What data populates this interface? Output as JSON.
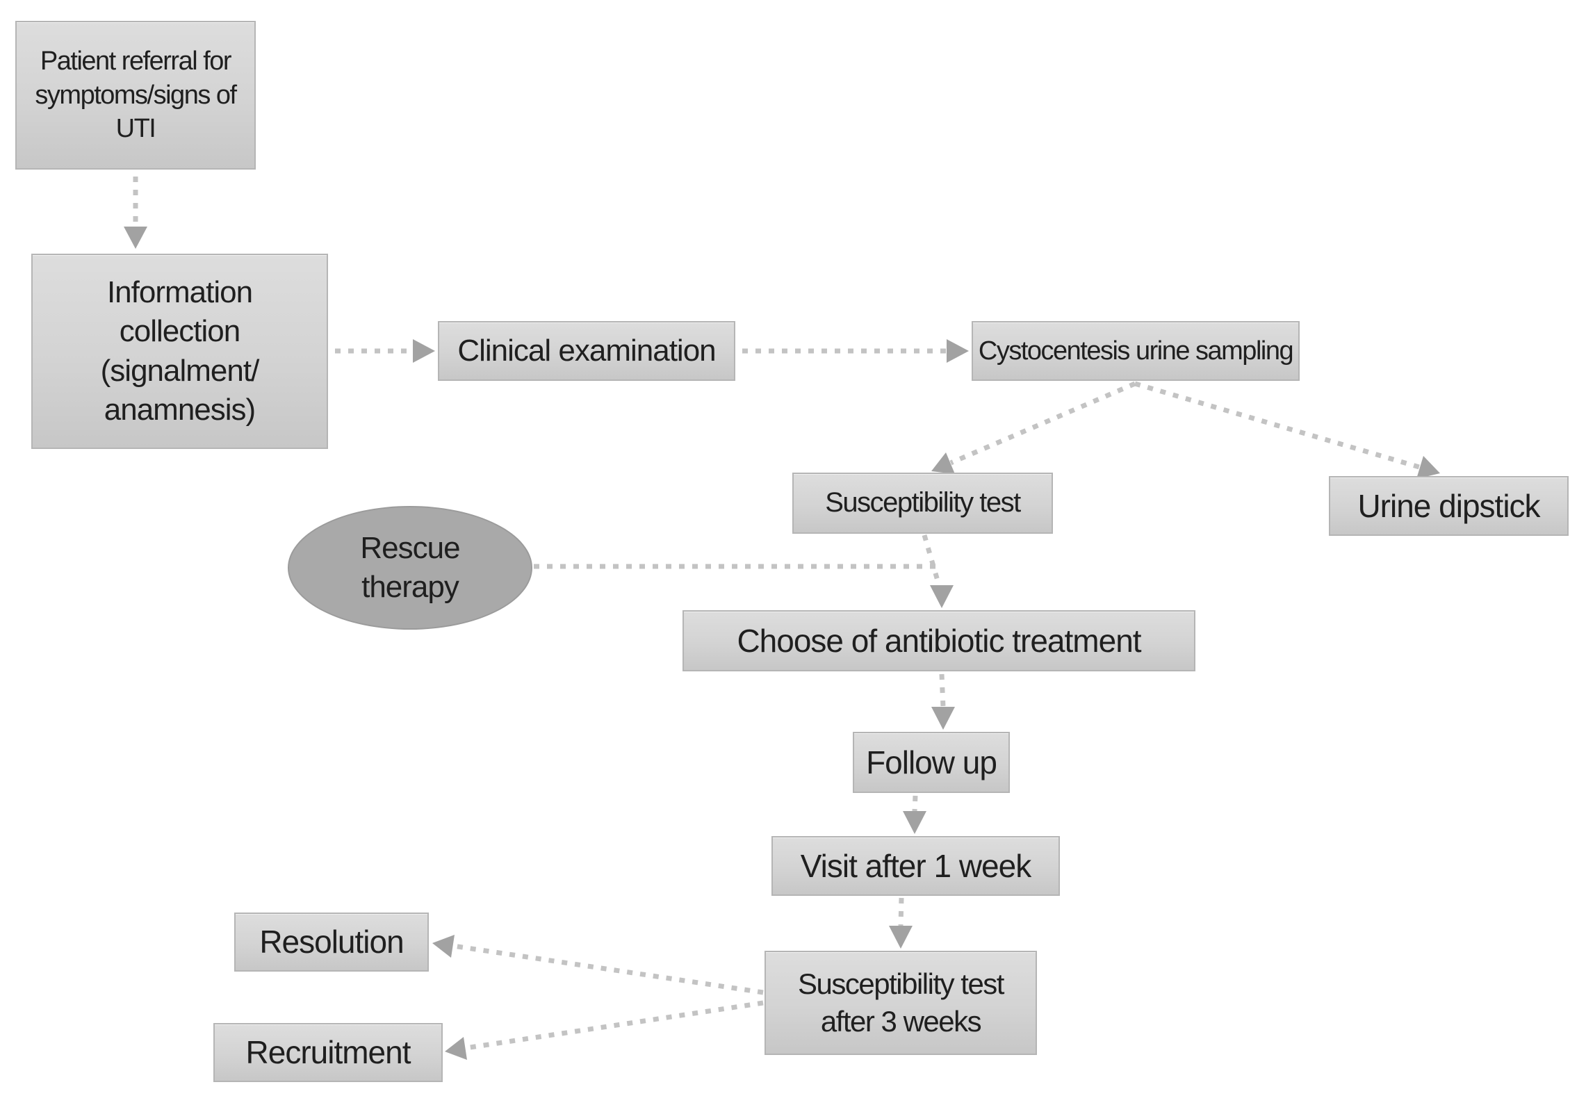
{
  "nodes": {
    "patient_referral": {
      "label": "Patient referral for\nsymptoms/signs of\nUTI",
      "shape": "rect"
    },
    "information_collection": {
      "label": "Information\ncollection\n(signalment/\nanamnesis)",
      "shape": "rect"
    },
    "clinical_examination": {
      "label": "Clinical examination",
      "shape": "rect"
    },
    "cystocentesis_sampling": {
      "label": "Cystocentesis urine sampling",
      "shape": "rect"
    },
    "susceptibility_test": {
      "label": "Susceptibility test",
      "shape": "rect"
    },
    "urine_dipstick": {
      "label": "Urine dipstick",
      "shape": "rect"
    },
    "rescue_therapy": {
      "label": "Rescue\ntherapy",
      "shape": "ellipse"
    },
    "choose_antibiotic_treatment": {
      "label": "Choose of antibiotic treatment",
      "shape": "rect"
    },
    "follow_up": {
      "label": "Follow up",
      "shape": "rect"
    },
    "visit_after_1_week": {
      "label": "Visit after 1 week",
      "shape": "rect"
    },
    "susceptibility_test_3_weeks": {
      "label": "Susceptibility test\nafter 3 weeks",
      "shape": "rect"
    },
    "resolution": {
      "label": "Resolution",
      "shape": "rect"
    },
    "recruitment": {
      "label": "Recruitment",
      "shape": "rect"
    }
  },
  "edges": [
    {
      "from": "patient_referral",
      "to": "information_collection",
      "style": "dotted-arrow"
    },
    {
      "from": "information_collection",
      "to": "clinical_examination",
      "style": "dotted-arrow"
    },
    {
      "from": "clinical_examination",
      "to": "cystocentesis_sampling",
      "style": "dotted-arrow"
    },
    {
      "from": "cystocentesis_sampling",
      "to": "susceptibility_test",
      "style": "dotted-arrow"
    },
    {
      "from": "cystocentesis_sampling",
      "to": "urine_dipstick",
      "style": "dotted-arrow"
    },
    {
      "from": "susceptibility_test",
      "to": "choose_antibiotic_treatment",
      "style": "dotted-arrow"
    },
    {
      "from": "rescue_therapy",
      "to": "choose_antibiotic_treatment",
      "style": "dotted-line"
    },
    {
      "from": "choose_antibiotic_treatment",
      "to": "follow_up",
      "style": "dotted-arrow"
    },
    {
      "from": "follow_up",
      "to": "visit_after_1_week",
      "style": "dotted-arrow"
    },
    {
      "from": "visit_after_1_week",
      "to": "susceptibility_test_3_weeks",
      "style": "dotted-arrow"
    },
    {
      "from": "susceptibility_test_3_weeks",
      "to": "resolution",
      "style": "dotted-arrow"
    },
    {
      "from": "susceptibility_test_3_weeks",
      "to": "recruitment",
      "style": "dotted-arrow"
    }
  ],
  "colors": {
    "background": "#ffffff",
    "node_fill_top": "#dddddd",
    "node_fill_bottom": "#c7c7c7",
    "node_border": "#b5b5b5",
    "ellipse_fill": "#a9a9a9",
    "connector": "#c3c3c3",
    "arrowhead": "#a2a2a2",
    "text": "#1f1f1f"
  }
}
